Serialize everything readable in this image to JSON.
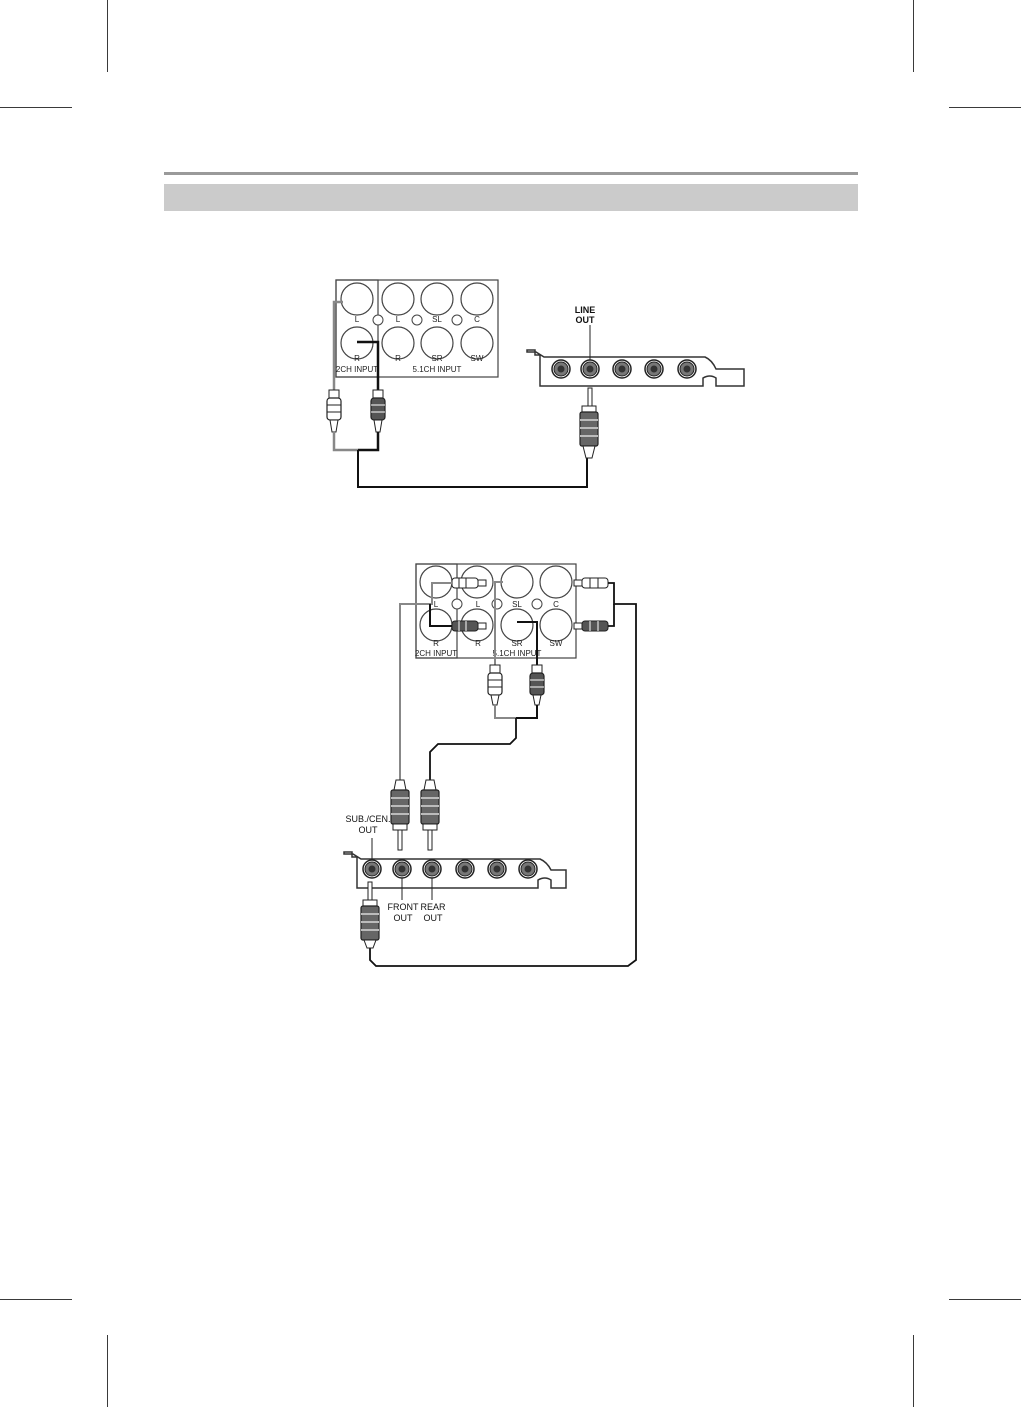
{
  "page": {
    "band_color": "#cbcbcb",
    "rule_color": "#9a9a9a"
  },
  "diagram1": {
    "receiver": {
      "ch2_labels": [
        "L",
        "R"
      ],
      "ch51_labels": [
        "L",
        "SL",
        "C",
        "R",
        "SR",
        "SW"
      ],
      "ch2_caption": "2CH INPUT",
      "ch51_caption": "5.1CH INPUT"
    },
    "card": {
      "line_out": [
        "LINE",
        "OUT"
      ]
    }
  },
  "diagram2": {
    "receiver": {
      "ch2_labels": [
        "L",
        "R"
      ],
      "ch51_labels": [
        "L",
        "SL",
        "C",
        "R",
        "SR",
        "SW"
      ],
      "ch2_caption": "2CH INPUT",
      "ch51_caption": "5.1CH INPUT"
    },
    "card": {
      "sub_cen_out": [
        "SUB./CEN.",
        "OUT"
      ],
      "front_out": [
        "FRONT",
        "OUT"
      ],
      "rear_out": [
        "REAR",
        "OUT"
      ]
    }
  }
}
